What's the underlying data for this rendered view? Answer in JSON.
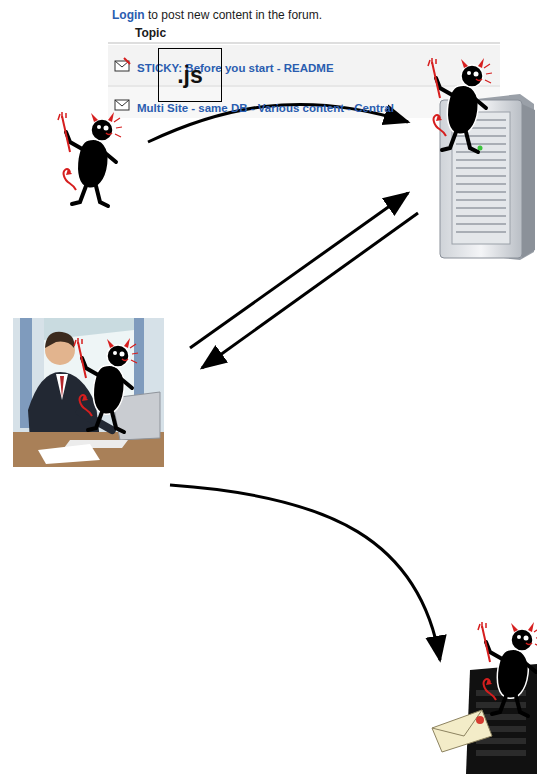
{
  "diagram": {
    "nodes": [
      {
        "text": [
          "Login to post new content in the forum.",
          "Topic",
          "STICKY: Before you start - README",
          "Multi Site - same DB - Various content - Central"
        ]
      },
      {
        "text": [
          ".js"
        ],
        "in": 0
      }
    ]
  }
}
